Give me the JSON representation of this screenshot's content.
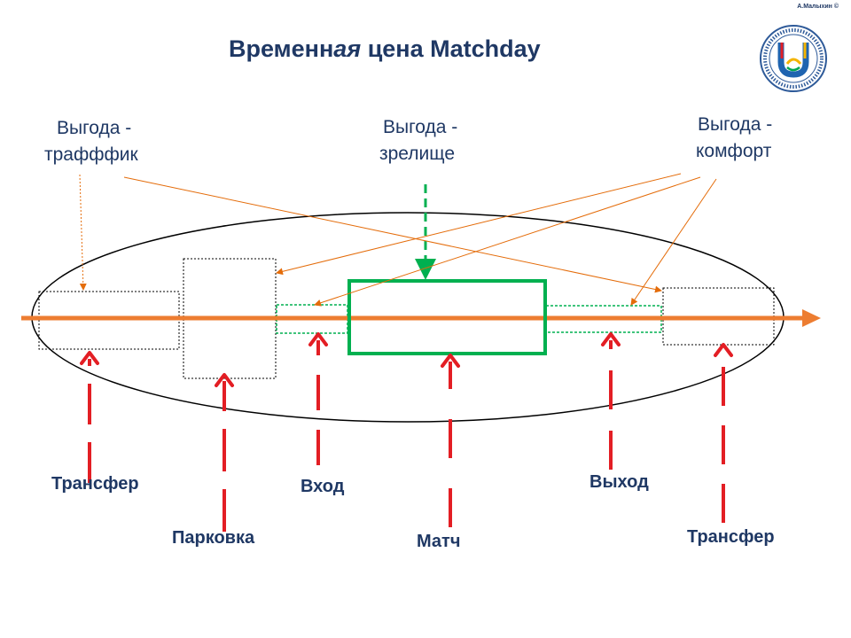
{
  "author": "А.Малыхин ©",
  "title": {
    "part1": "Временн",
    "part_italic": "ая",
    "part2": " цена Matchday"
  },
  "benefits": {
    "traffic": [
      "Выгода -",
      "трафффик"
    ],
    "spectacle": [
      "Выгода -",
      "зрелище"
    ],
    "comfort": [
      "Выгода -",
      "комфорт"
    ]
  },
  "stages": {
    "transfer_in": "Трансфер",
    "parking": "Парковка",
    "entry": "Вход",
    "match": "Матч",
    "exit": "Выход",
    "transfer_out": "Трансфер"
  },
  "logo": {
    "letter": "U",
    "ring_text": "UNIVERSITAS · UNIVERSITY"
  },
  "colors": {
    "title": "#1f3864",
    "timeline": "#ed7d31",
    "match_box": "#00b050",
    "red_arrows": "#e31e24",
    "thin_arrows": "#e46c0a"
  }
}
